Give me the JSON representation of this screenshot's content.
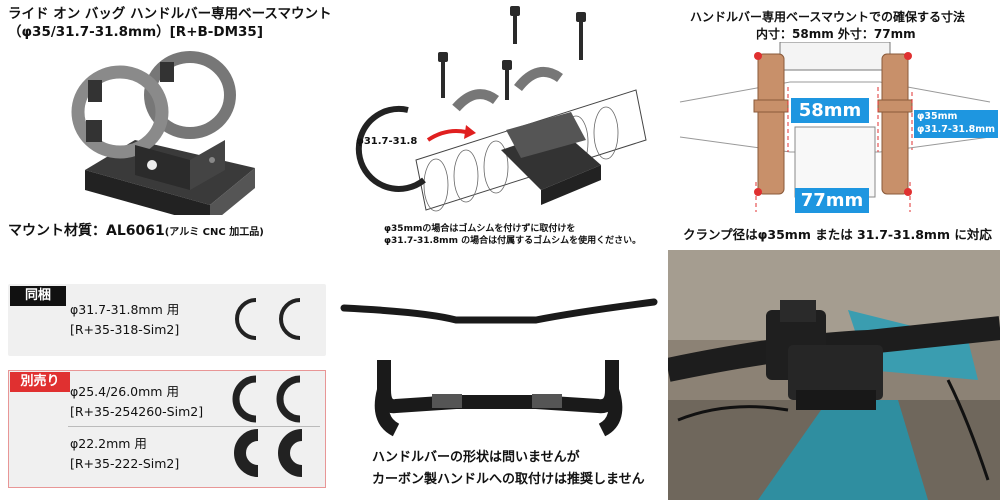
{
  "header": {
    "title_line1": "ライド オン バッグ ハンドルバー専用ベースマウント",
    "title_line2": "（φ35/31.7-31.8mm）[R+B-DM35]"
  },
  "material": {
    "label": "マウント材質：AL6061",
    "detail": "(アルミ CNC 加工品)"
  },
  "install": {
    "diagram_label": "φ31.7-31.8",
    "note1": "φ35mmの場合はゴムシムを付けずに取付けを",
    "note2": "φ31.7-31.8mm の場合は付属するゴムシムを使用ください。"
  },
  "dimensions": {
    "title": "ハンドルバー専用ベースマウントでの確保する寸法",
    "subtitle": "内寸：58mm 外寸：77mm",
    "inner": "58mm",
    "outer": "77mm",
    "diameter1": "φ35mm",
    "diameter2": "φ31.7-31.8mm",
    "clamp_note": "クランプ径はφ35mm または 31.7-31.8mm に対応"
  },
  "shims": {
    "included_tag": "同梱",
    "included": {
      "size": "φ31.7-31.8mm 用",
      "code": "[R+35-318-Sim2]"
    },
    "sold_tag": "別売り",
    "sold": [
      {
        "size": "φ25.4/26.0mm 用",
        "code": "[R+35-254260-Sim2]"
      },
      {
        "size": "φ22.2mm 用",
        "code": "[R+35-222-Sim2]"
      }
    ]
  },
  "handlebar": {
    "note1": "ハンドルバーの形状は問いませんが",
    "note2": "カーボン製ハンドルへの取付けは推奨しません"
  },
  "colors": {
    "accent_blue": "#1e96e0",
    "mount_copper": "#c8906a",
    "sold_red": "#e03030"
  }
}
